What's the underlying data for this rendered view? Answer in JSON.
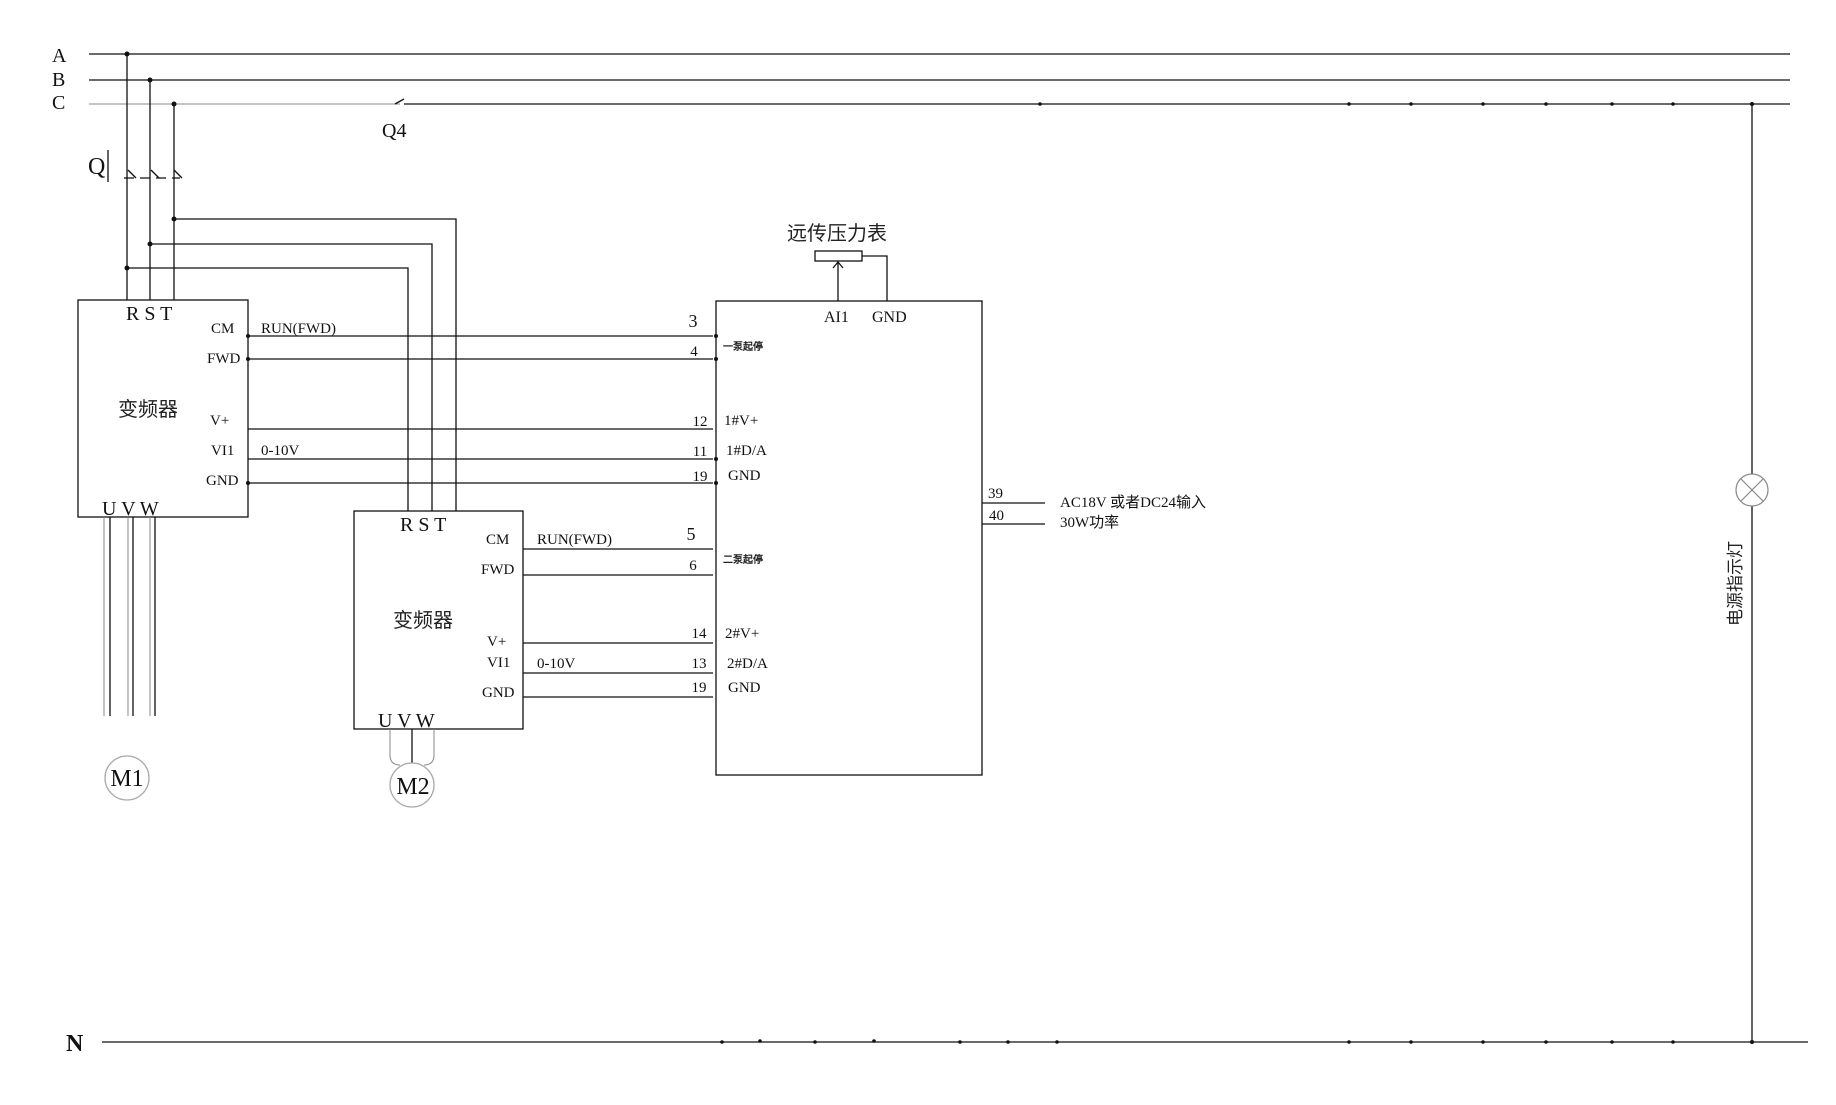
{
  "bus": {
    "a": "A",
    "b": "B",
    "c": "C",
    "n": "N"
  },
  "breakers": {
    "q": "Q",
    "q4": "Q4"
  },
  "vfd": {
    "name": "变频器",
    "rst": "R S T",
    "uvw": "U V W",
    "cm": "CM",
    "fwd": "FWD",
    "vplus": "V+",
    "vi1": "VI1",
    "gnd": "GND",
    "run_label": "RUN(FWD)",
    "signal_label": "0-10V"
  },
  "motors": {
    "m1": "M1",
    "m2": "M2"
  },
  "controller": {
    "sensor_title": "远传压力表",
    "ai1": "AI1",
    "gnd": "GND",
    "t3": "3",
    "t4": "4",
    "pump1_start": "一泵起停",
    "t12": "12",
    "v1plus": "1#V+",
    "t11": "11",
    "da1": "1#D/A",
    "t19a": "19",
    "gnd1": "GND",
    "t5": "5",
    "t6": "6",
    "pump2_start": "二泵起停",
    "t14": "14",
    "v2plus": "2#V+",
    "t13": "13",
    "da2": "2#D/A",
    "t19b": "19",
    "gnd2": "GND",
    "t39": "39",
    "power_in": "AC18V 或者DC24输入",
    "t40": "40",
    "power_w": "30W功率"
  },
  "lamp_label": "电源指示灯"
}
